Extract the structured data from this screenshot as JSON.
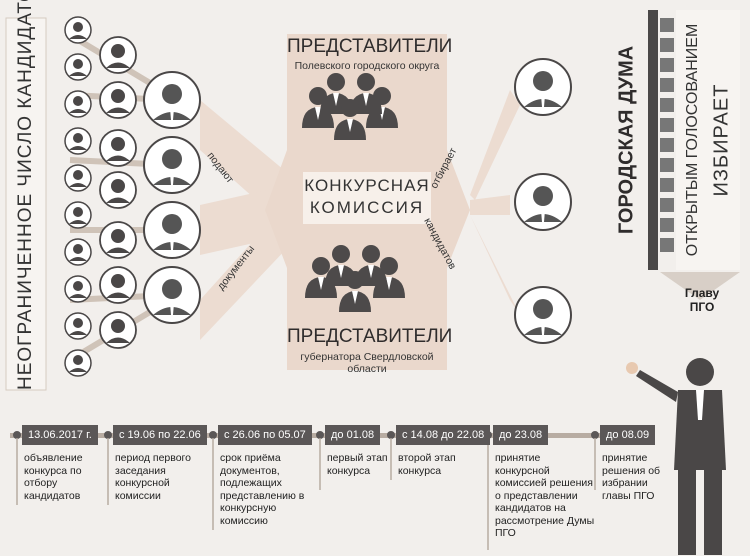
{
  "left_title": "НЕОГРАНИЧЕННОЕ ЧИСЛО КАНДИДАТОВ",
  "arrow_left_top": "подают",
  "arrow_left_bottom": "документы",
  "arrow_right_top": "отбирает",
  "arrow_right_bottom": "кандидатов",
  "center": {
    "top_title": "ПРЕДСТАВИТЕЛИ",
    "top_sub": "Полевского городского округа",
    "commission_line1": "КОНКУРСНАЯ",
    "commission_line2": "КОМИССИЯ",
    "bottom_title": "ПРЕДСТАВИТЕЛИ",
    "bottom_sub": "губернатора Свердловской области"
  },
  "duma": {
    "title": "ГОРОДСКАЯ ДУМА",
    "line1": "ОТКРЫТЫМ ГОЛОСОВАНИЕМ",
    "line2": "ИЗБИРАЕТ"
  },
  "elects": "Главу ПГО",
  "timeline": [
    {
      "date": "13.06.2017 г.",
      "text": "объявление конкурса по отбору кандидатов"
    },
    {
      "date": "с 19.06 по 22.06",
      "text": "период первого заседания конкурсной комиссии"
    },
    {
      "date": "с 26.06 по 05.07",
      "text": "срок приёма документов, подлежащих представлению в конкурсную комиссию"
    },
    {
      "date": "до 01.08",
      "text": "первый этап конкурса"
    },
    {
      "date": "с 14.08 до 22.08",
      "text": "второй этап конкурса"
    },
    {
      "date": "до 23.08",
      "text": "принятие конкурсной комиссией решения о представлении кандидатов на рассмотрение Думы ПГО"
    },
    {
      "date": "до 08.09",
      "text": "принятие решения об избрании главы ПГО"
    }
  ]
}
